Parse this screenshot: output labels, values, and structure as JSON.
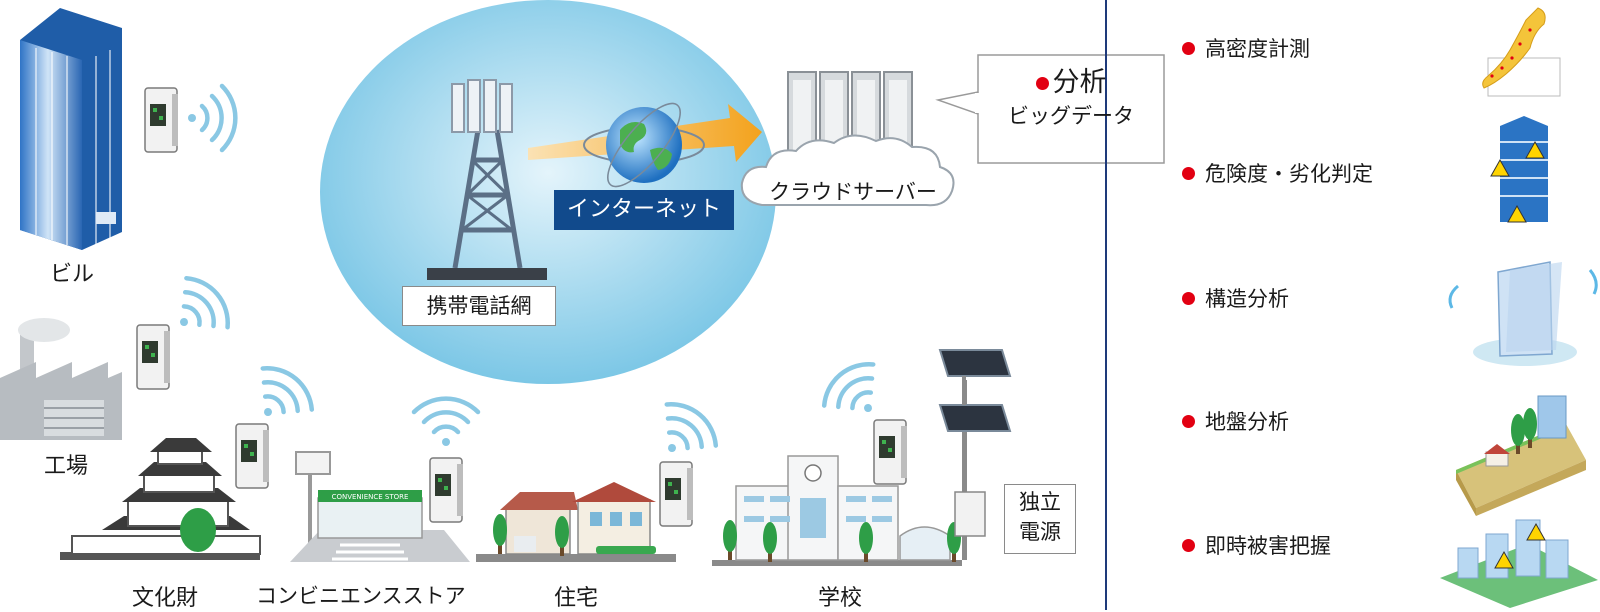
{
  "diagram": {
    "network": {
      "cell_network": "携帯電話網",
      "internet": "インターネット",
      "cloud_server": "クラウドサーバー"
    },
    "analysis_callout": {
      "title": "分析",
      "subtitle": "ビッグデータ"
    },
    "sites": {
      "building": "ビル",
      "factory": "工場",
      "cultural_property": "文化財",
      "convenience_store": "コンビニエンスストア",
      "store_sign": "CONVENIENCE STORE",
      "house": "住宅",
      "school": "学校"
    },
    "power": {
      "line1": "独立",
      "line2": "電源"
    },
    "features": [
      {
        "label": "高密度計測"
      },
      {
        "label": "危険度・劣化判定"
      },
      {
        "label": "構造分析"
      },
      {
        "label": "地盤分析"
      },
      {
        "label": "即時被害把握"
      }
    ],
    "colors": {
      "accent_red": "#e20012",
      "navy": "#114a8c",
      "sky": "#a9d9ee",
      "wave": "#8ac8e4"
    }
  }
}
